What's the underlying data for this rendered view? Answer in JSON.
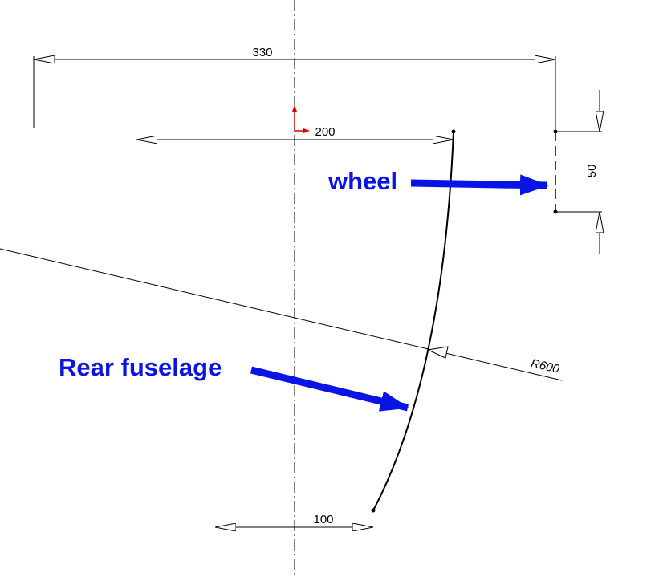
{
  "dimensions": {
    "overall_width": "330",
    "top_width": "200",
    "bottom_width": "100",
    "wheel_height": "50",
    "arc_radius": "R600"
  },
  "callouts": {
    "wheel": "wheel",
    "rear_fuselage": "Rear fuselage"
  },
  "colors": {
    "line": "#000000",
    "callout": "#0a14e6",
    "origin_axis": "#e00000"
  }
}
